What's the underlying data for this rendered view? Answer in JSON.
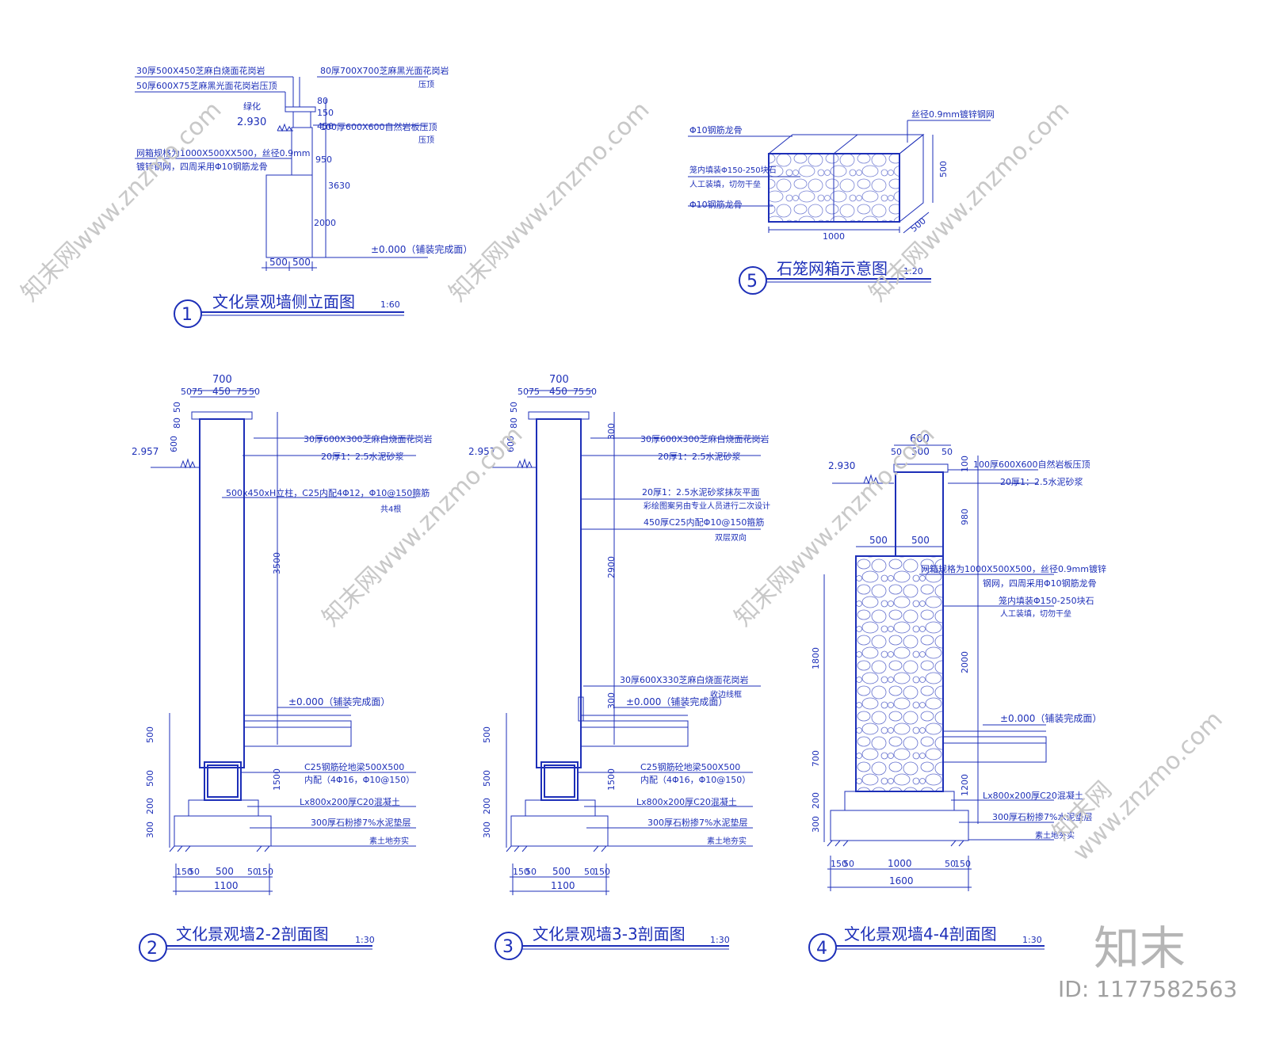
{
  "colors": {
    "line": "#1d2fb8",
    "watermark": "#c8c8c8"
  },
  "d1": {
    "num": "1",
    "title": "文化景观墙侧立面图",
    "scale": "1:60",
    "notes": [
      "30厚500X450芝麻白烧面花岗岩",
      "50厚600X75芝麻黑光面花岗岩压顶",
      "绿化",
      "网箱规格为1000X500XX500，丝径0.9mm",
      "镀锌钢网，四周采用Φ10钢筋龙骨"
    ],
    "notes_r": [
      "80厚700X700芝麻黑光面花岗岩",
      "压顶",
      "100厚600X600自然岩板压顶",
      "压顶"
    ],
    "level": "2.930",
    "zero": "±0.000（铺装完成面）",
    "dims_v": [
      "80",
      "150",
      "450",
      "950",
      "3630",
      "2000"
    ],
    "dims_h": [
      "500",
      "500"
    ]
  },
  "d5": {
    "num": "5",
    "title": "石笼网箱示意图",
    "scale": "1:20",
    "notes": [
      "丝径0.9mm镀锌钢网",
      "Φ10钢筋龙骨",
      "笼内填装Φ150-250块石",
      "人工装填，切勿干垒",
      "Φ10钢筋龙骨"
    ],
    "dims": [
      "500",
      "1000",
      "500"
    ]
  },
  "d2": {
    "num": "2",
    "title": "文化景观墙2-2剖面图",
    "scale": "1:30",
    "top_dims": [
      "700",
      "50",
      "75",
      "450",
      "75",
      "50"
    ],
    "notes": [
      "30厚600X300芝麻白烧面花岗岩",
      "20厚1：2.5水泥砂浆",
      "500x450xH立柱，C25内配4Φ12，Φ10@150箍筋",
      "共4根",
      "C25钢筋砼地梁500X500",
      "内配（4Φ16，Φ10@150）",
      "Lx800x200厚C20混凝土",
      "300厚石粉掺7%水泥垫层",
      "素土地夯实"
    ],
    "level": "2.957",
    "zero": "±0.000（铺装完成面）",
    "dims_v": [
      "50",
      "80",
      "600",
      "3500",
      "1500",
      "500",
      "500",
      "200",
      "300"
    ],
    "dims_h": [
      "150",
      "50",
      "500",
      "50",
      "150",
      "1100"
    ]
  },
  "d3": {
    "num": "3",
    "title": "文化景观墙3-3剖面图",
    "scale": "1:30",
    "top_dims": [
      "700",
      "50",
      "75",
      "450",
      "75",
      "50"
    ],
    "notes": [
      "30厚600X300芝麻白烧面花岗岩",
      "20厚1：2.5水泥砂浆",
      "20厚1：2.5水泥砂浆抹灰平面",
      "彩绘图案另由专业人员进行二次设计",
      "450厚C25内配Φ10@150箍筋",
      "双层双向",
      "30厚600X330芝麻白烧面花岗岩",
      "收边线框",
      "C25钢筋砼地梁500X500",
      "内配（4Φ16，Φ10@150）",
      "Lx800x200厚C20混凝土",
      "300厚石粉掺7%水泥垫层",
      "素土地夯实"
    ],
    "level": "2.957",
    "zero": "±0.000（铺装完成面）",
    "dims_v": [
      "50",
      "80",
      "600",
      "300",
      "2900",
      "300",
      "1500",
      "500",
      "500",
      "200",
      "300"
    ],
    "dims_h": [
      "150",
      "50",
      "500",
      "50",
      "150",
      "1100"
    ]
  },
  "d4": {
    "num": "4",
    "title": "文化景观墙4-4剖面图",
    "scale": "1:30",
    "top_dims": [
      "600",
      "50",
      "500",
      "50"
    ],
    "notes": [
      "100厚600X600自然岩板压顶",
      "20厚1：2.5水泥砂浆",
      "网箱规格为1000X500X500，丝径0.9mm镀锌",
      "钢网，四周采用Φ10钢筋龙骨",
      "笼内填装Φ150-250块石",
      "人工装填，切勿干垒",
      "Lx800x200厚C20混凝土",
      "300厚石粉掺7%水泥垫层",
      "素土地夯实"
    ],
    "level": "2.930",
    "zero": "±0.000（铺装完成面）",
    "dims_v": [
      "100",
      "980",
      "2000",
      "1200",
      "1800",
      "700",
      "200",
      "300"
    ],
    "mid_dims": [
      "500",
      "500"
    ],
    "dims_h": [
      "150",
      "50",
      "1000",
      "50",
      "150",
      "1600"
    ]
  },
  "watermark": {
    "site": "知末网www.znzmo.com",
    "logo": "知末",
    "id": "ID: 1177582563"
  }
}
